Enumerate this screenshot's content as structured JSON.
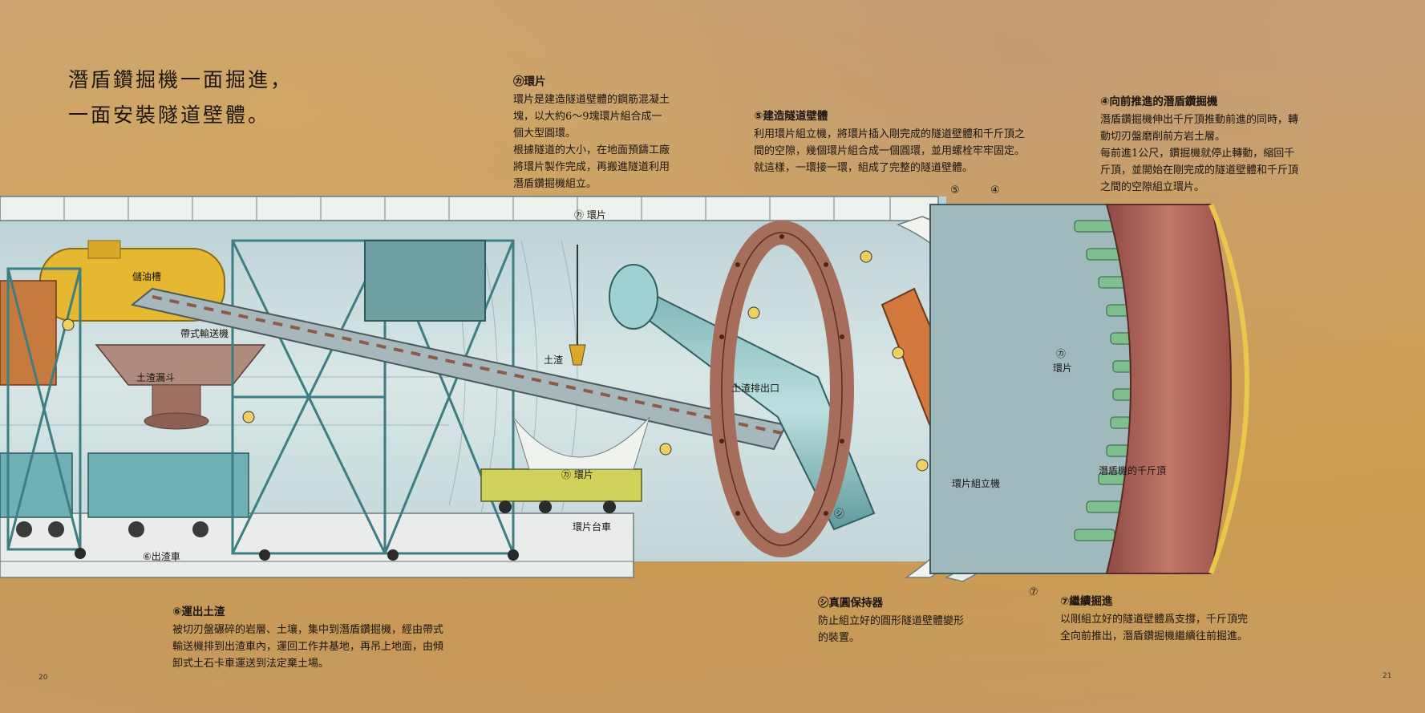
{
  "heading": {
    "line1": "潛盾鑽掘機一面掘進，",
    "line2": "一面安裝隧道壁體。"
  },
  "annotations": [
    {
      "id": "ring",
      "title": "㋕環片",
      "lines": [
        "環片是建造隧道壁體的鋼筋混凝土",
        "塊，以大約6～9塊環片組合成一",
        "個大型圓環。",
        "根據隧道的大小，在地面預鑄工廠",
        "將環片製作完成，再搬進隧道利用",
        "潛盾鑽掘機組立。"
      ]
    },
    {
      "id": "build-wall",
      "title": "⑤建造隧道壁體",
      "lines": [
        "利用環片組立機，將環片插入剛完成的隧道壁體和千斤頂之",
        "間的空隙，幾個環片組合成一個圓環，並用螺栓牢牢固定。",
        "就這樣，一環接一環，組成了完整的隧道壁體。"
      ]
    },
    {
      "id": "advance",
      "title": "④向前推進的潛盾鑽掘機",
      "lines": [
        "潛盾鑽掘機伸出千斤頂推動前進的同時，轉",
        "動切刃盤磨削前方岩土層。",
        "每前進1公尺，鑽掘機就停止轉動，縮回千",
        "斤頂，並開始在剛完成的隧道壁體和千斤頂",
        "之間的空隙組立環片。"
      ]
    },
    {
      "id": "muck",
      "title": "⑥運出土渣",
      "lines": [
        "被切刃盤碾碎的岩層、土壤，集中到潛盾鑽掘機，經由帶式",
        "輸送機排到出渣車內，運回工作井基地，再吊上地面，由傾",
        "卸式土石卡車運送到法定棄土場。"
      ]
    },
    {
      "id": "roundness",
      "title": "㋛真圓保持器",
      "lines": [
        "防止組立好的圓形隧道壁體變形",
        "的裝置。"
      ]
    },
    {
      "id": "continue",
      "title": "⑦繼續掘進",
      "lines": [
        "以剛組立好的隧道壁體爲支撐，千斤頂完",
        "全向前推出，潛盾鑽掘機繼續往前掘進。"
      ]
    }
  ],
  "labels": {
    "oil_tank": "儲油槽",
    "belt_conveyor": "帶式輸送機",
    "muck_hopper": "土渣漏斗",
    "muck": "土渣",
    "muck_outlet": "土渣排出口",
    "ring_top": "㋕ 環片",
    "ring_mid": "㋕ 環片",
    "ring_right_mark": "㋕",
    "ring_right": "環片",
    "ring_cart": "環片台車",
    "muck_car": "⑥出渣車",
    "erector": "環片組立機",
    "shield_jack": "潛盾機的千斤頂",
    "roundness_mark": "㋛",
    "step5": "⑤",
    "step4": "④",
    "step7": "⑦"
  },
  "pages": {
    "left": "20",
    "right": "21"
  },
  "colors": {
    "tunnel": "#a9c4cc",
    "ring": "#a66e5a",
    "shield": "#b46a5e",
    "gold": "#e7c84a"
  }
}
